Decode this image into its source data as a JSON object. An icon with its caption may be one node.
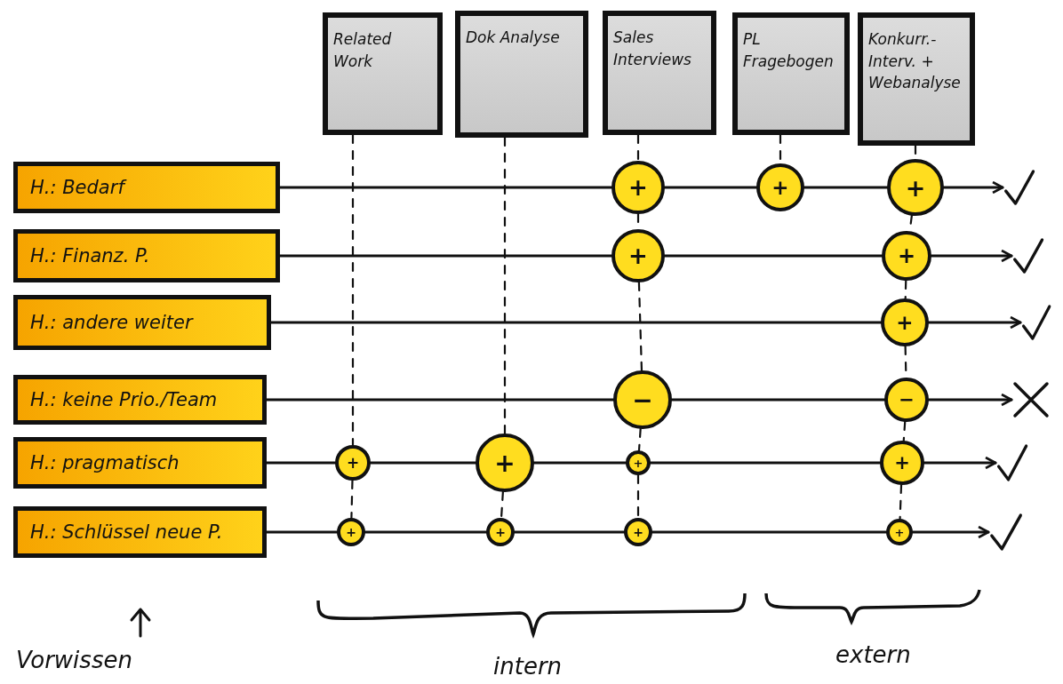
{
  "diagram": {
    "nodes": [
      {
        "text": [
          "Related Work"
        ]
      },
      {
        "text": [
          "Dok Analyse"
        ]
      },
      {
        "text": [
          "Sales Interviews"
        ]
      },
      {
        "text": [
          "PL Fragebogen"
        ]
      },
      {
        "text": [
          "Konkurr.-Interv. + Webanalyse"
        ]
      },
      {
        "text": [
          "H.: Bedarf"
        ]
      },
      {
        "text": [
          "H.: Finanz. P."
        ]
      },
      {
        "text": [
          "H.: andere weiter"
        ]
      },
      {
        "text": [
          "H.: keine Prio./Team"
        ]
      },
      {
        "text": [
          "H.: pragmatisch"
        ]
      },
      {
        "text": [
          "H.: Schlüssel neue P."
        ]
      },
      {
        "text": [
          "+"
        ]
      },
      {
        "text": [
          "+"
        ]
      },
      {
        "text": [
          "+"
        ]
      },
      {
        "text": [
          "+"
        ]
      },
      {
        "text": [
          "+"
        ]
      },
      {
        "text": [
          "+"
        ]
      },
      {
        "text": [
          "−"
        ]
      },
      {
        "text": [
          "−"
        ]
      },
      {
        "text": [
          "+"
        ]
      },
      {
        "text": [
          "+"
        ]
      },
      {
        "text": [
          "+"
        ]
      },
      {
        "text": [
          "+"
        ]
      },
      {
        "text": [
          "+"
        ]
      },
      {
        "text": [
          "+"
        ]
      },
      {
        "text": [
          "+"
        ]
      },
      {
        "text": [
          "+"
        ]
      },
      {
        "text": [],
        "shape": "check"
      },
      {
        "text": [],
        "shape": "check"
      },
      {
        "text": [],
        "shape": "check"
      },
      {
        "text": [],
        "shape": "cross"
      },
      {
        "text": [],
        "shape": "check"
      },
      {
        "text": [],
        "shape": "check"
      }
    ],
    "edges": [
      {
        "from": 5,
        "to": 11,
        "arrow": "none"
      },
      {
        "from": 11,
        "to": 12,
        "arrow": "none"
      },
      {
        "from": 12,
        "to": 13,
        "arrow": "none"
      },
      {
        "from": 13,
        "to": 27,
        "arrow": "to"
      },
      {
        "from": 6,
        "to": 14,
        "arrow": "none"
      },
      {
        "from": 14,
        "to": 15,
        "arrow": "none"
      },
      {
        "from": 15,
        "to": 28,
        "arrow": "to"
      },
      {
        "from": 7,
        "to": 16,
        "arrow": "none"
      },
      {
        "from": 16,
        "to": 29,
        "arrow": "to"
      },
      {
        "from": 8,
        "to": 17,
        "arrow": "none"
      },
      {
        "from": 17,
        "to": 18,
        "arrow": "none"
      },
      {
        "from": 18,
        "to": 30,
        "arrow": "to"
      },
      {
        "from": 9,
        "to": 19,
        "arrow": "none"
      },
      {
        "from": 19,
        "to": 20,
        "arrow": "none"
      },
      {
        "from": 20,
        "to": 21,
        "arrow": "none"
      },
      {
        "from": 21,
        "to": 22,
        "arrow": "none"
      },
      {
        "from": 22,
        "to": 31,
        "arrow": "to"
      },
      {
        "from": 10,
        "to": 23,
        "arrow": "none"
      },
      {
        "from": 23,
        "to": 24,
        "arrow": "none"
      },
      {
        "from": 24,
        "to": 25,
        "arrow": "none"
      },
      {
        "from": 25,
        "to": 26,
        "arrow": "none"
      },
      {
        "from": 26,
        "to": 32,
        "arrow": "to"
      },
      {
        "from": 0,
        "to": 19,
        "arrow": "none",
        "style": "dashed"
      },
      {
        "from": 19,
        "to": 23,
        "arrow": "none",
        "style": "dashed"
      },
      {
        "from": 1,
        "to": 20,
        "arrow": "none",
        "style": "dashed"
      },
      {
        "from": 20,
        "to": 24,
        "arrow": "none",
        "style": "dashed"
      },
      {
        "from": 2,
        "to": 11,
        "arrow": "none",
        "style": "dashed"
      },
      {
        "from": 11,
        "to": 14,
        "arrow": "none",
        "style": "dashed"
      },
      {
        "from": 14,
        "to": 17,
        "arrow": "none",
        "style": "dashed"
      },
      {
        "from": 17,
        "to": 21,
        "arrow": "none",
        "style": "dashed"
      },
      {
        "from": 21,
        "to": 25,
        "arrow": "none",
        "style": "dashed"
      },
      {
        "from": 3,
        "to": 12,
        "arrow": "none",
        "style": "dashed"
      },
      {
        "from": 4,
        "to": 13,
        "arrow": "none",
        "style": "dashed"
      },
      {
        "from": 13,
        "to": 15,
        "arrow": "none",
        "style": "dashed"
      },
      {
        "from": 15,
        "to": 16,
        "arrow": "none",
        "style": "dashed"
      },
      {
        "from": 16,
        "to": 18,
        "arrow": "none",
        "style": "dashed"
      },
      {
        "from": 18,
        "to": 22,
        "arrow": "none",
        "style": "dashed"
      },
      {
        "from": 22,
        "to": 26,
        "arrow": "none",
        "style": "dashed"
      }
    ],
    "labels": [
      "Vorwissen",
      "intern",
      "extern"
    ]
  }
}
